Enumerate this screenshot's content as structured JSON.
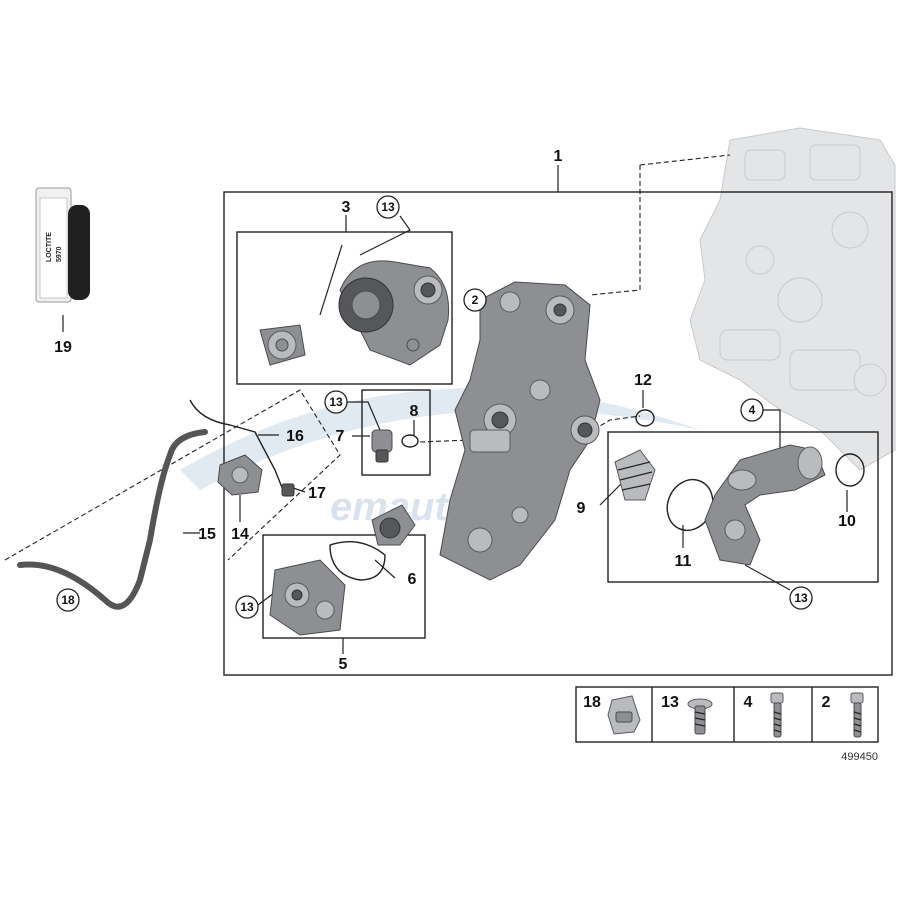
{
  "diagram": {
    "reference_number": "499450",
    "callouts": {
      "c1": "1",
      "c2": "2",
      "c3": "3",
      "c4": "4",
      "c5": "5",
      "c6": "6",
      "c7": "7",
      "c8": "8",
      "c9": "9",
      "c10": "10",
      "c11": "11",
      "c12": "12",
      "c13a": "13",
      "c13b": "13",
      "c13c": "13",
      "c13d": "13",
      "c14": "14",
      "c15": "15",
      "c16": "16",
      "c17": "17",
      "c18": "18",
      "c19": "19"
    },
    "legend": {
      "items": [
        "18",
        "13",
        "4",
        "2"
      ]
    },
    "tube_label": {
      "line1": "LOCTITE",
      "line2": "5970"
    },
    "watermark": "emauto.eu"
  }
}
